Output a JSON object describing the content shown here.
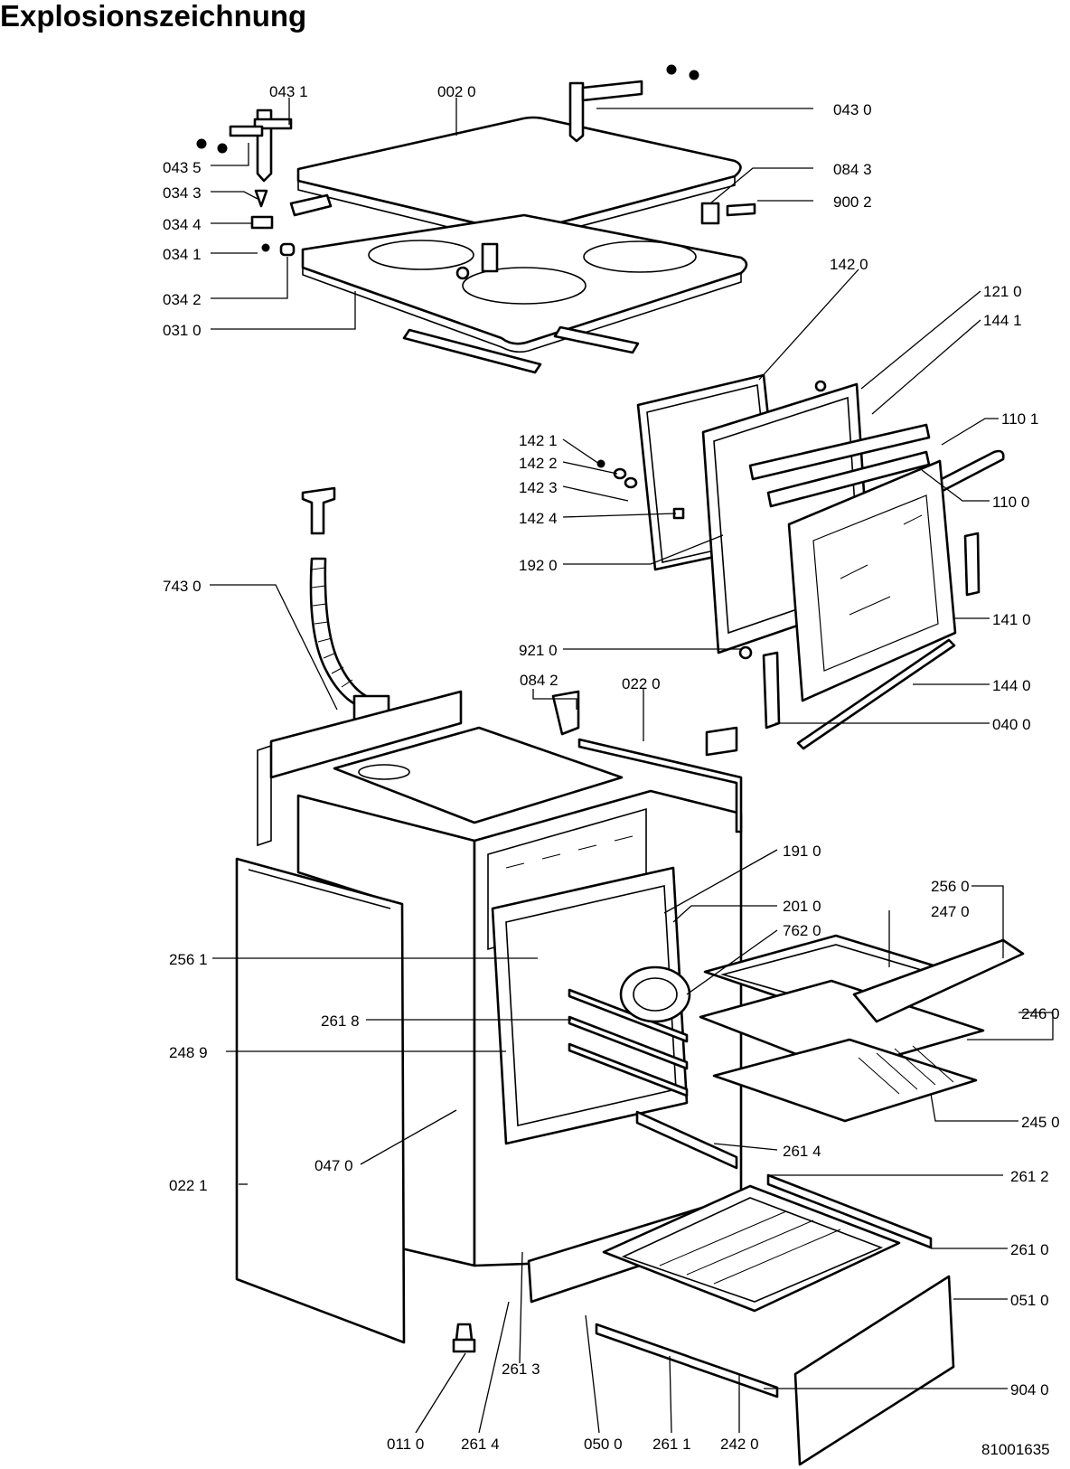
{
  "title": "Explosionszeichnung",
  "document_number": "81001635",
  "part_labels": {
    "p0431": "043 1",
    "p0020": "002 0",
    "p0430": "043 0",
    "p0435": "043 5",
    "p0843": "084 3",
    "p0343": "034 3",
    "p9002": "900 2",
    "p0344": "034 4",
    "p0341": "034 1",
    "p0342": "034 2",
    "p0310": "031 0",
    "p1420": "142 0",
    "p1210": "121 0",
    "p1441": "144 1",
    "p1421": "142 1",
    "p1101": "110 1",
    "p1422": "142 2",
    "p1423": "142 3",
    "p1100": "110 0",
    "p1424": "142 4",
    "p7430": "743 0",
    "p1920": "192 0",
    "p1410": "141 0",
    "p9210": "921 0",
    "p0842": "084 2",
    "p0220": "022  0",
    "p1440": "144 0",
    "p0400": "040 0",
    "p1910": "191 0",
    "p2560": "256 0",
    "p2010": "201 0",
    "p2470": "247 0",
    "p7620": "762 0",
    "p2561": "256 1",
    "p2618": "261 8",
    "p2460": "246 0",
    "p2489": "248  9",
    "p2450": "245 0",
    "p2614a": "261 4",
    "p0470": "047 0",
    "p2612": "261 2",
    "p0221": "022  1",
    "p2610": "261 0",
    "p0510": "051 0",
    "p2613": "261 3",
    "p9040": "904 0",
    "p0110": "011  0",
    "p2614b": "261 4",
    "p0500": "050 0",
    "p2611": "261 1",
    "p2420": "242 0"
  }
}
